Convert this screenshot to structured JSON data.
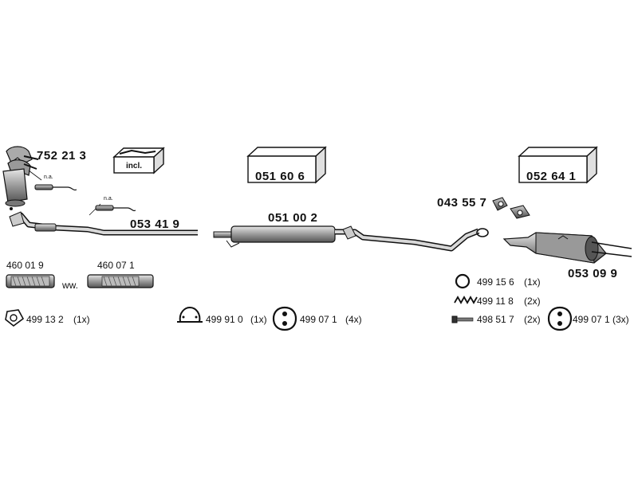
{
  "catalytic_converter": {
    "part_no": "752 21 3",
    "note": "incl."
  },
  "sensors": {
    "note_1": "n.a.",
    "note_2": "n.a."
  },
  "front_pipe": {
    "part_no": "053 41 9"
  },
  "flex_pipes": [
    {
      "part_no": "460 01 9"
    },
    {
      "part_no": "460 07 1"
    }
  ],
  "flex_separator": "ww.",
  "mount_kits": [
    {
      "part_no": "051 60 6"
    },
    {
      "part_no": "052 64 1"
    }
  ],
  "middle_silencer": {
    "part_no": "051 00 2"
  },
  "rear_hanger": {
    "part_no": "043 55 7"
  },
  "rear_silencer": {
    "part_no": "053 09 9"
  },
  "accessories": [
    {
      "part_no": "499 13 2",
      "qty": "(1x)",
      "icon": "gasket-icon"
    },
    {
      "part_no": "499 91 0",
      "qty": "(1x)",
      "icon": "clamp-icon"
    },
    {
      "part_no": "499 07 1",
      "qty": "(4x)",
      "icon": "rubber-mount-icon"
    },
    {
      "part_no": "499 15 6",
      "qty": "(1x)",
      "icon": "ring-icon"
    },
    {
      "part_no": "499 11 8",
      "qty": "(2x)",
      "icon": "spring-icon"
    },
    {
      "part_no": "498 51 7",
      "qty": "(2x)",
      "icon": "bolt-icon"
    },
    {
      "part_no": "499 07 1",
      "qty": "(3x)",
      "icon": "rubber-mount-icon"
    }
  ],
  "colors": {
    "ink": "#111111",
    "part_fill": "#bdbdbd",
    "dark_fill": "#6e6e6e"
  }
}
